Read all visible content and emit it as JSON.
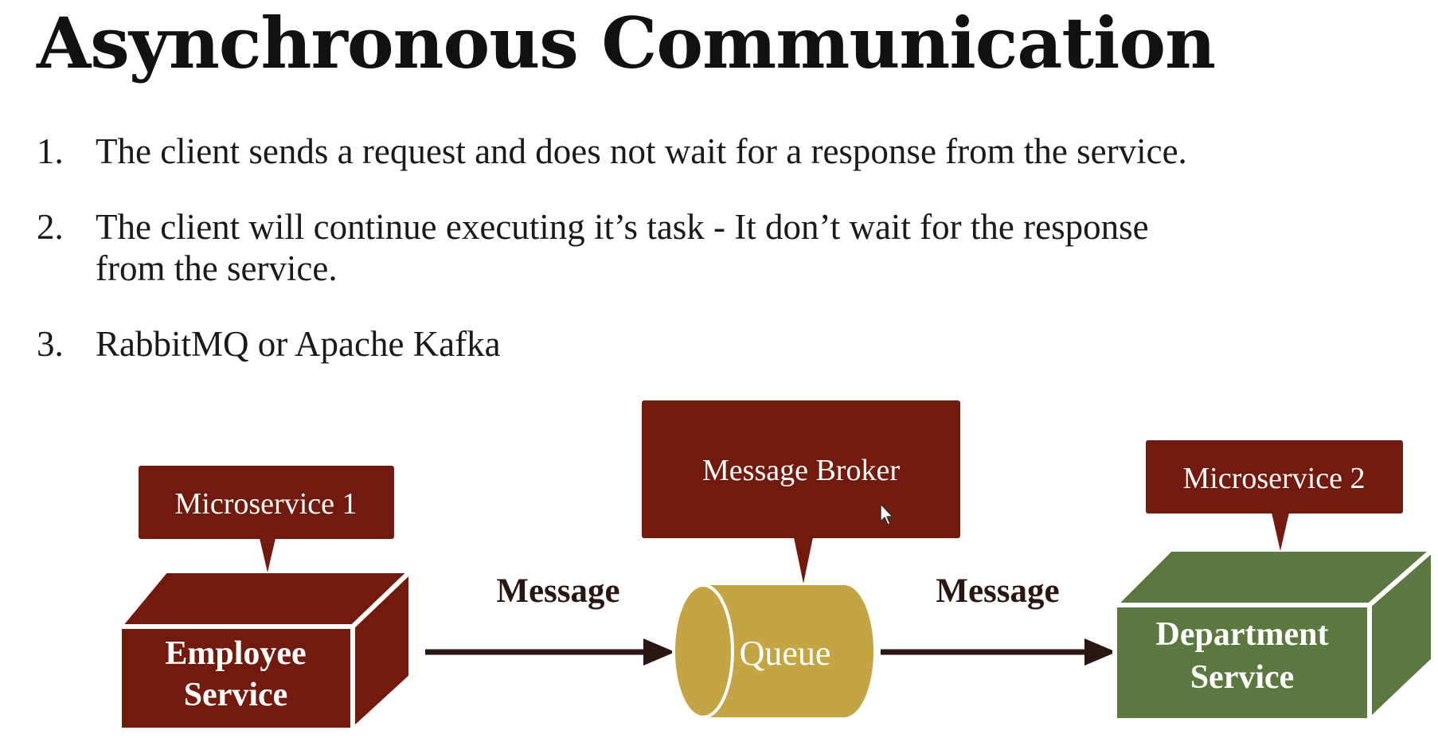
{
  "title": "Asynchronous Communication",
  "points": [
    {
      "number": "1.",
      "lines": [
        "The client sends a request and does not wait for a response from the service."
      ]
    },
    {
      "number": "2.",
      "lines": [
        "The client will continue executing it’s task - It don’t wait for the response",
        "from the service."
      ]
    },
    {
      "number": "3.",
      "lines": [
        "RabbitMQ or Apache Kafka"
      ]
    }
  ],
  "diagram": {
    "microservice_1": {
      "callout": "Microservice 1",
      "line1": "Employee",
      "line2": "Service"
    },
    "broker": {
      "callout": "Message Broker",
      "label": "Queue"
    },
    "microservice_2": {
      "callout": "Microservice 2",
      "line1": "Department",
      "line2": "Service"
    },
    "arrow_left_label": "Message",
    "arrow_right_label": "Message"
  },
  "colors": {
    "maroon": "#731A0E",
    "maroon_dark": "#5E140A",
    "gold": "#C4A443",
    "gold_dark": "#A88A30",
    "green": "#5B7840",
    "green_dark": "#4A6634",
    "arrow": "#2B1711"
  }
}
